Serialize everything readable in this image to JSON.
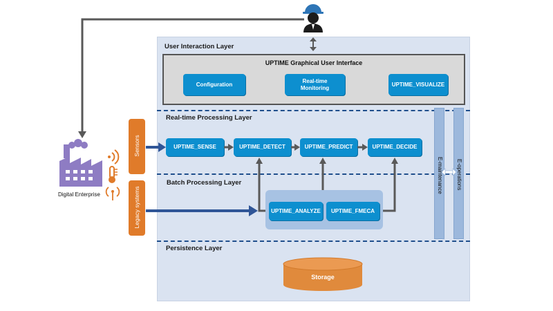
{
  "layers": {
    "user_interaction": "User Interaction Layer",
    "realtime": "Real-time Processing Layer",
    "batch": "Batch Processing Layer",
    "persistence": "Persistence Layer"
  },
  "gui": {
    "title": "UPTIME Graphical User Interface",
    "buttons": {
      "configuration": "Configuration",
      "realtime_monitoring": "Real-time\nMonitoring",
      "visualize": "UPTIME_VISUALIZE"
    }
  },
  "realtime_modules": {
    "sense": "UPTIME_SENSE",
    "detect": "UPTIME_DETECT",
    "predict": "UPTIME_PREDICT",
    "decide": "UPTIME_DECIDE"
  },
  "batch_modules": {
    "analyze": "UPTIME_ANALYZE",
    "fmeca": "UPTIME_FMECA"
  },
  "storage": "Storage",
  "side_bars": {
    "e_maintenance": "E-maintenance",
    "e_operations": "E-operations"
  },
  "sources": {
    "sensors": "Sensors",
    "legacy": "Legacy systems"
  },
  "enterprise": {
    "label": "Digital Enterprise"
  },
  "colors": {
    "module_blue": "#0d8fcf",
    "layer_bg": "#dae3f1",
    "source_orange": "#e07b2a",
    "storage_orange": "#e08a3c",
    "factory_purple": "#8e7cc3",
    "arrow_blue": "#2f5597",
    "arrow_gray": "#595959",
    "worker_blue": "#2e75b6"
  },
  "icons": [
    "worker-icon",
    "factory-icon",
    "wifi-icon",
    "thermometer-icon",
    "antenna-icon",
    "bidirectional-arrow-icon"
  ]
}
